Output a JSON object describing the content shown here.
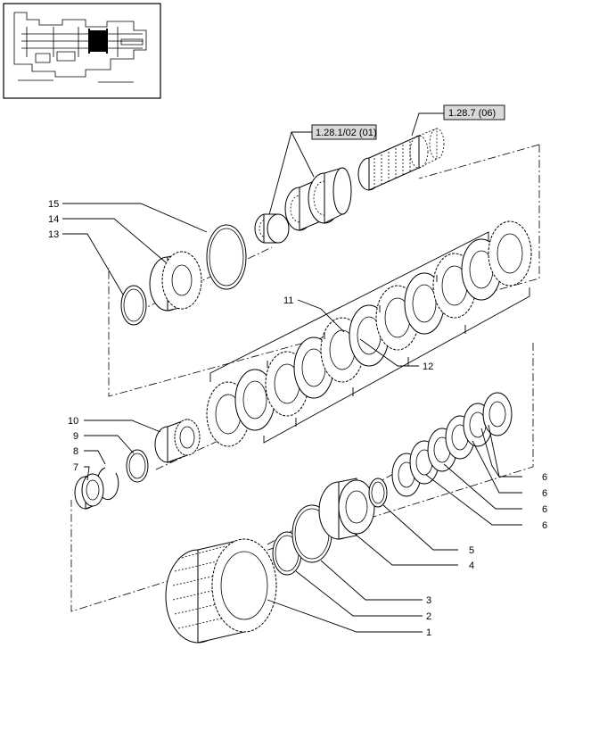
{
  "refs": {
    "clutch_ref": "1.28.1/02 (01)",
    "shaft_ref": "1.28.7 (06)"
  },
  "labels": {
    "l1": "1",
    "l2": "2",
    "l3": "3",
    "l4": "4",
    "l5": "5",
    "l6a": "6",
    "l6b": "6",
    "l6c": "6",
    "l6d": "6",
    "l7": "7",
    "l8": "8",
    "l9": "9",
    "l10": "10",
    "l11": "11",
    "l12": "12",
    "l13": "13",
    "l14": "14",
    "l15": "15"
  }
}
